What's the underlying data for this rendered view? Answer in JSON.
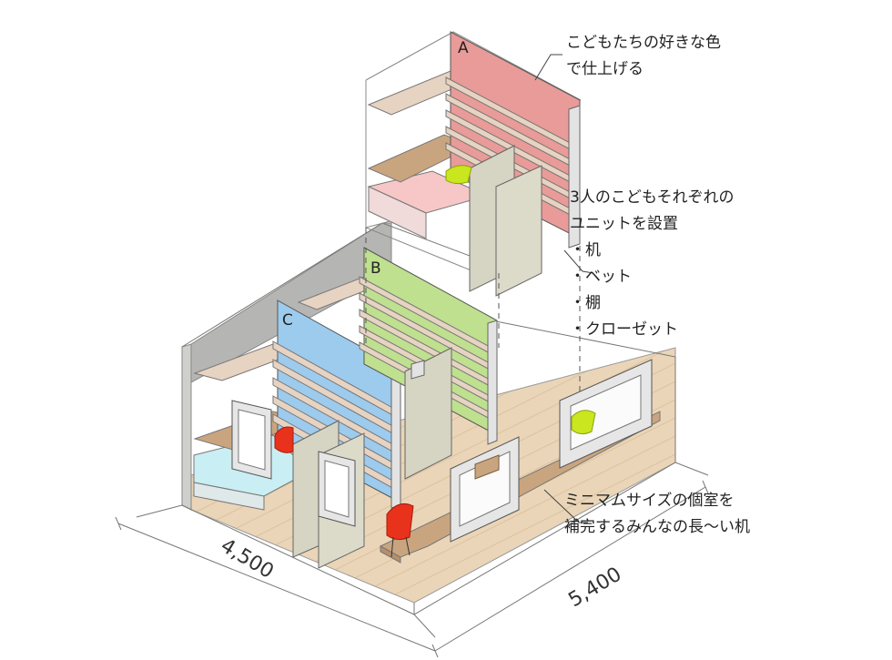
{
  "units": {
    "a": "A",
    "b": "B",
    "c": "C"
  },
  "annotations": {
    "colors": [
      "こどもたちの好きな色",
      "で仕上げる"
    ],
    "units": [
      "3人のこどもそれぞれの",
      "ユニットを設置",
      "・机",
      "・ベット",
      "・棚",
      "・クローゼット"
    ],
    "desk": [
      "ミニマムサイズの個室を",
      "補完するみんなの長〜い机"
    ]
  },
  "dimensions": {
    "width": "4,500",
    "depth": "5,400"
  },
  "colors": {
    "unit_a": "#e89b98",
    "unit_b": "#bfe08f",
    "unit_c": "#9ccbed",
    "floor": "#e9d2b4",
    "bed_a": "#f7c7c7",
    "bed_c": "#c9eef3",
    "shelf": "#e7d3c2",
    "desk": "#c9a57f",
    "wall": "#dcdcd8",
    "chair_red": "#e8321b",
    "chair_green": "#c9e61e"
  }
}
